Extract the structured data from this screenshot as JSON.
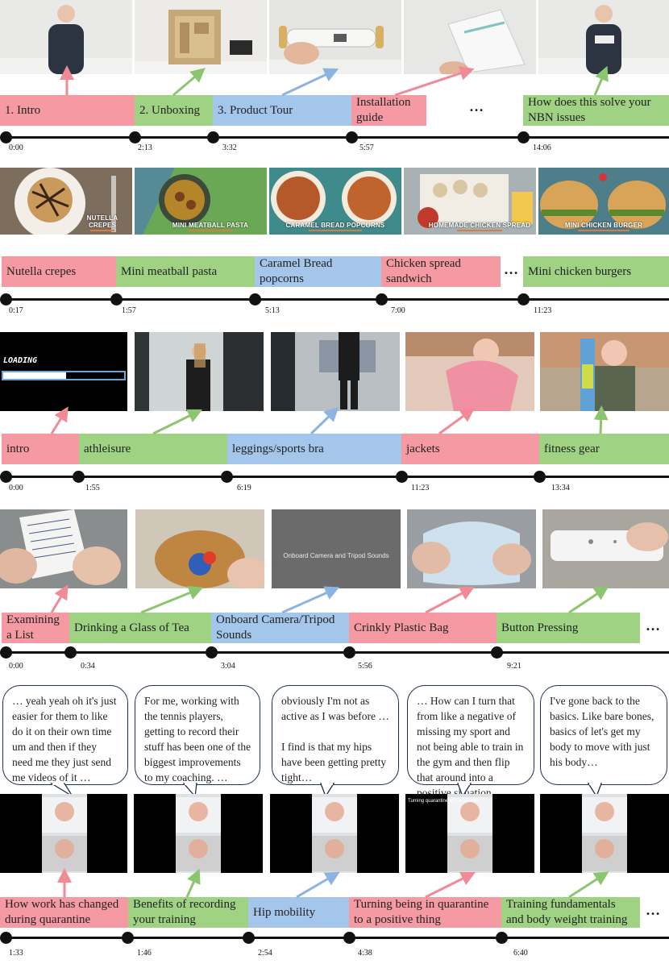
{
  "rows": [
    {
      "thumb_captions": [
        "",
        "",
        "",
        "",
        ""
      ],
      "segments": [
        "1. Intro",
        "2. Unboxing",
        "3. Product Tour",
        "Installation guide",
        "How does this solve your NBN issues"
      ],
      "times": [
        "0:00",
        "2:13",
        "3:32",
        "5:57",
        "14:06"
      ],
      "ellipsis": "…"
    },
    {
      "thumb_captions": [
        "NUTELLA CREPES",
        "MINI MEATBALL PASTA",
        "CARAMEL BREAD POPCORNS",
        "HOMEMADE CHICKEN SPREAD",
        "MINI CHICKEN BURGER"
      ],
      "segments": [
        "Nutella crepes",
        "Mini meatball pasta",
        "Caramel Bread popcorns",
        "Chicken spread sandwich",
        "Mini chicken burgers"
      ],
      "times": [
        "0:17",
        "1:57",
        "5:13",
        "7:00",
        "11:23"
      ],
      "ellipsis": "…"
    },
    {
      "thumb_captions": [
        "LOADING",
        "",
        "",
        "",
        ""
      ],
      "segments": [
        "intro",
        "athleisure",
        "leggings/sports bra",
        "jackets",
        "fitness gear"
      ],
      "times": [
        "0:00",
        "1:55",
        "6:19",
        "11:23",
        "13:34"
      ]
    },
    {
      "thumb_captions": [
        "",
        "",
        "Onboard Camera and Tripod Sounds",
        "",
        ""
      ],
      "segments": [
        "Examining a List",
        "Drinking a Glass of Tea",
        "Onboard Camera/Tripod Sounds",
        "Crinkly Plastic Bag",
        "Button Pressing"
      ],
      "times": [
        "0:00",
        "0:34",
        "3:04",
        "5:56",
        "9:21"
      ],
      "ellipsis": "…"
    },
    {
      "quotes": [
        "… yeah yeah oh it's just easier for them to like do it on their own time um and then if they need me they just send me videos of it …",
        "For me, working with the tennis players, getting to record their stuff has been one of the biggest improvements to my coaching. …",
        "obviously I'm not as active as I was before …\n\nI find is that my hips have been getting pretty tight…",
        "… How can I turn that from like a negative of missing my sport and not being able to train in the gym and then flip that around into a positive situation …",
        "I've gone back to the basics. Like bare bones, basics of let's get my body to move with just his body…"
      ],
      "thumb_captions": [
        "",
        "",
        "",
        "Turning quarantine into a positive",
        ""
      ],
      "segments": [
        "How work has changed during quarantine",
        "Benefits of recording your training",
        "Hip mobility",
        "Turning being in quarantine to a positive thing",
        "Training fundamentals and body weight training"
      ],
      "times": [
        "1:33",
        "1:46",
        "2:54",
        "4:38",
        "6:40"
      ],
      "ellipsis": "…"
    }
  ],
  "colors": {
    "pink": "#f59aa3",
    "green": "#9fd283",
    "blue": "#a3c6ea",
    "axis": "#111111"
  }
}
